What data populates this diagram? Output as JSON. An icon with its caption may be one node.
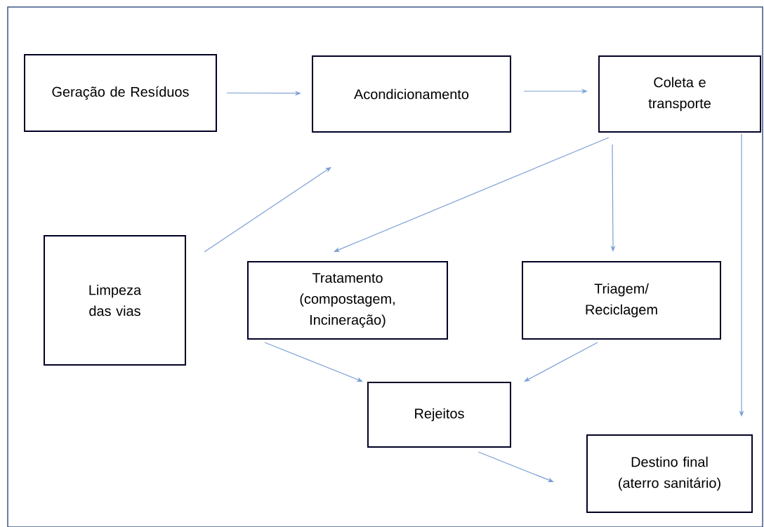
{
  "diagram": {
    "nodes": [
      {
        "text": [
          "Geração de Resíduos"
        ]
      },
      {
        "text": [
          "Acondicionamento"
        ]
      },
      {
        "text": [
          "Coleta e transporte"
        ]
      },
      {
        "text": [
          "Limpeza das vias"
        ]
      },
      {
        "text": [
          "Tratamento (compostagem, Incineração)"
        ]
      },
      {
        "text": [
          "Triagem/ Reciclagem"
        ]
      },
      {
        "text": [
          "Rejeitos"
        ]
      },
      {
        "text": [
          "Destino final (aterro sanitário)"
        ]
      }
    ],
    "edges": [
      {
        "from": 0,
        "to": 1,
        "arrow": "to"
      },
      {
        "from": 1,
        "to": 2,
        "arrow": "to"
      },
      {
        "from": 3,
        "to": 1,
        "arrow": "to"
      },
      {
        "from": 2,
        "to": 4,
        "arrow": "to"
      },
      {
        "from": 2,
        "to": 5,
        "arrow": "to"
      },
      {
        "from": 2,
        "to": 7,
        "arrow": "to"
      },
      {
        "from": 4,
        "to": 6,
        "arrow": "to"
      },
      {
        "from": 5,
        "to": 6,
        "arrow": "to"
      },
      {
        "from": 6,
        "to": 7,
        "arrow": "to"
      }
    ]
  }
}
